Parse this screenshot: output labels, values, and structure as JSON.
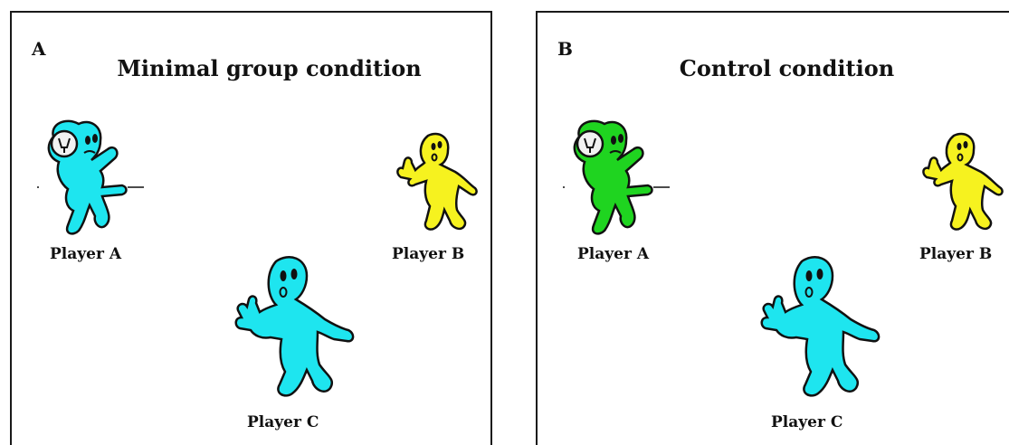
{
  "panels": [
    {
      "letter": "A",
      "title": "Minimal group condition",
      "players": [
        {
          "label": "Player A",
          "color": "#1ee5ef"
        },
        {
          "label": "Player B",
          "color": "#f6f21f"
        },
        {
          "label": "Player C",
          "color": "#1ee5ef"
        }
      ]
    },
    {
      "letter": "B",
      "title": "Control condition",
      "players": [
        {
          "label": "Player A",
          "color": "#1fd420"
        },
        {
          "label": "Player B",
          "color": "#f6f21f"
        },
        {
          "label": "Player C",
          "color": "#1ee5ef"
        }
      ]
    }
  ],
  "icons": {
    "thrower": "ball-thrower-figure-icon",
    "waver": "waving-figure-icon",
    "ball": "ball-icon"
  }
}
